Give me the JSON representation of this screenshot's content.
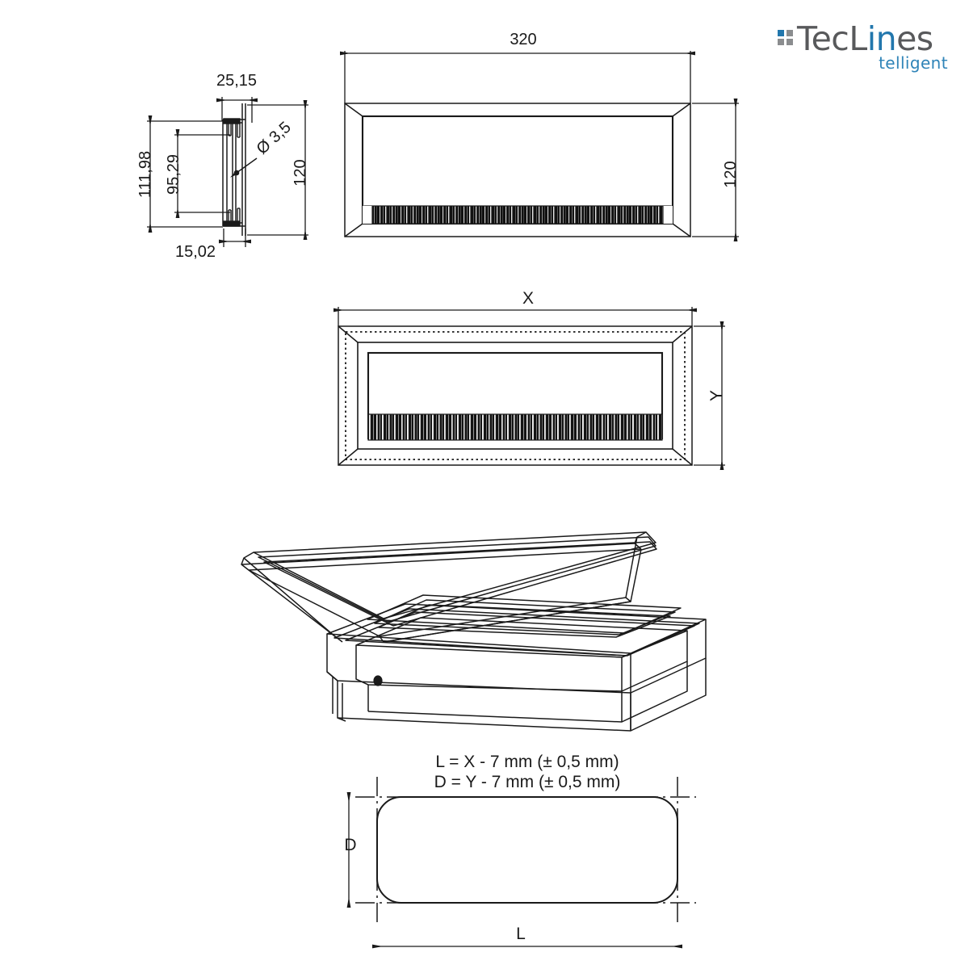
{
  "document": {
    "type": "technical-drawing",
    "background_color": "#ffffff",
    "line_color": "#1a1a1a"
  },
  "logo": {
    "name": "TecLines",
    "word_part_1": "TecL",
    "word_part_2": "in",
    "word_part_3": "es",
    "tagline": "telligent",
    "color_gray": "#58595b",
    "color_blue": "#2277ad",
    "tagline_color": "#2f84b8",
    "marks": [
      {
        "name": "square-top-left",
        "color": "#2277ad"
      },
      {
        "name": "square-top-right",
        "color": "#8b8d8f"
      },
      {
        "name": "square-bottom-left",
        "color": "#8b8d8f"
      },
      {
        "name": "square-bottom-right",
        "color": "#8b8d8f"
      }
    ]
  },
  "views": {
    "side_view": {
      "title": "side-section-view",
      "dimensions": {
        "top_width": "25,15",
        "outer_height": "111,98",
        "inner_height": "95,29",
        "hole_callout": "Ø 3,5",
        "overall_height": "120",
        "bottom_width": "15,02"
      }
    },
    "top_view": {
      "title": "front-elevation-320",
      "dimensions": {
        "width": "320",
        "height": "120"
      }
    },
    "variable_view": {
      "title": "front-elevation-variable",
      "dimensions": {
        "width": "X",
        "height": "Y"
      }
    },
    "iso_view": {
      "title": "isometric-open-lid-view"
    },
    "cutout_view": {
      "title": "cutout-template-view",
      "notes": [
        "L = X - 7 mm (± 0,5 mm)",
        "D = Y - 7 mm (± 0,5 mm)"
      ],
      "dimensions": {
        "width": "L",
        "height": "D"
      }
    }
  }
}
